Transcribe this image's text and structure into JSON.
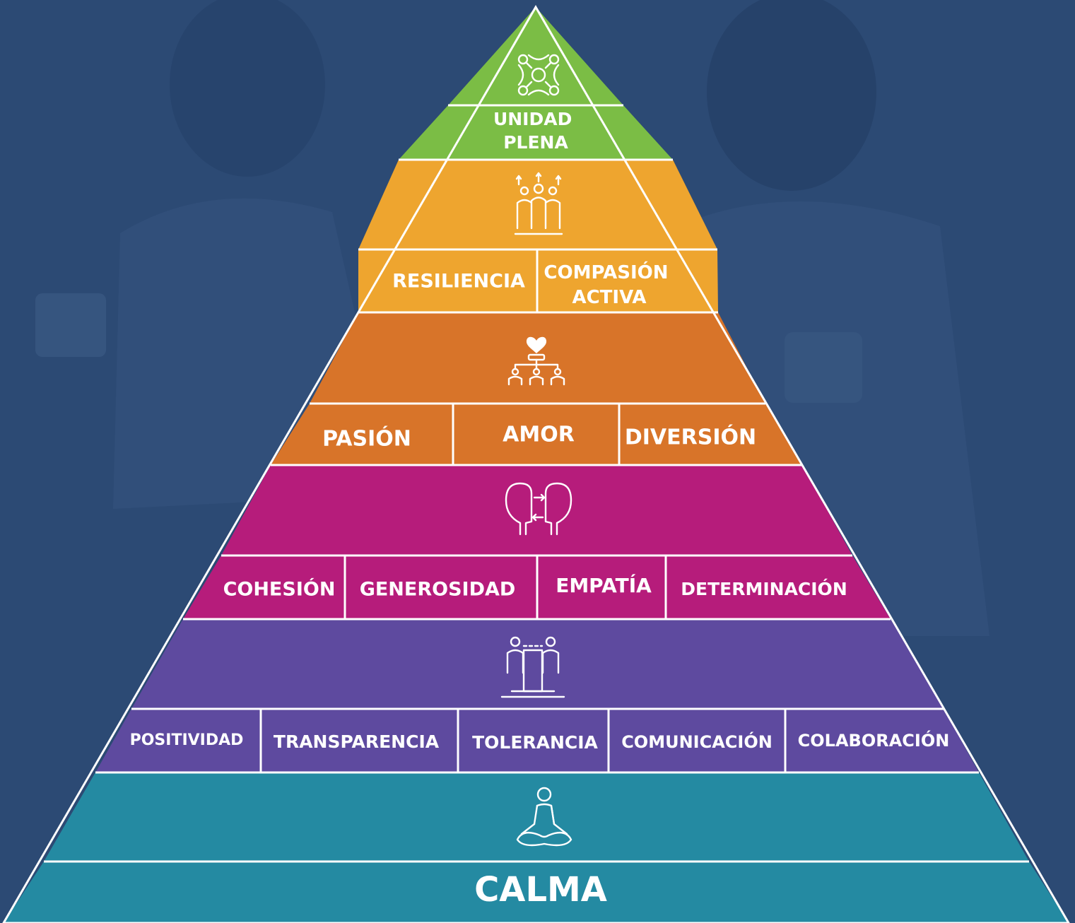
{
  "colors": {
    "background": "#2c4a74",
    "green": "#7bbd45",
    "yellow": "#eea52f",
    "orange": "#d87429",
    "magenta": "#b61c7b",
    "purple": "#5e4a9f",
    "teal": "#248aa2"
  },
  "pyramid": {
    "apex": {
      "icon": "team-unity-icon",
      "labels": [
        "UNIDAD PLENA"
      ]
    },
    "tiers": [
      {
        "color": "yellow",
        "icon": "growing-team-icon",
        "labels": [
          "RESILIENCIA",
          "COMPASIÓN ACTIVA"
        ]
      },
      {
        "color": "orange",
        "icon": "heart-team-icon",
        "labels": [
          "PASIÓN",
          "AMOR",
          "DIVERSIÓN"
        ]
      },
      {
        "color": "magenta",
        "icon": "two-heads-exchange-icon",
        "labels": [
          "COHESIÓN",
          "GENEROSIDAD",
          "EMPATÍA",
          "DETERMINACIÓN"
        ]
      },
      {
        "color": "purple",
        "icon": "two-people-door-icon",
        "labels": [
          "POSITIVIDAD",
          "TRANSPARENCIA",
          "TOLERANCIA",
          "COMUNICACIÓN",
          "COLABORACIÓN"
        ]
      },
      {
        "color": "teal",
        "icon": "meditation-icon",
        "labels": [
          "CALMA"
        ]
      }
    ]
  }
}
